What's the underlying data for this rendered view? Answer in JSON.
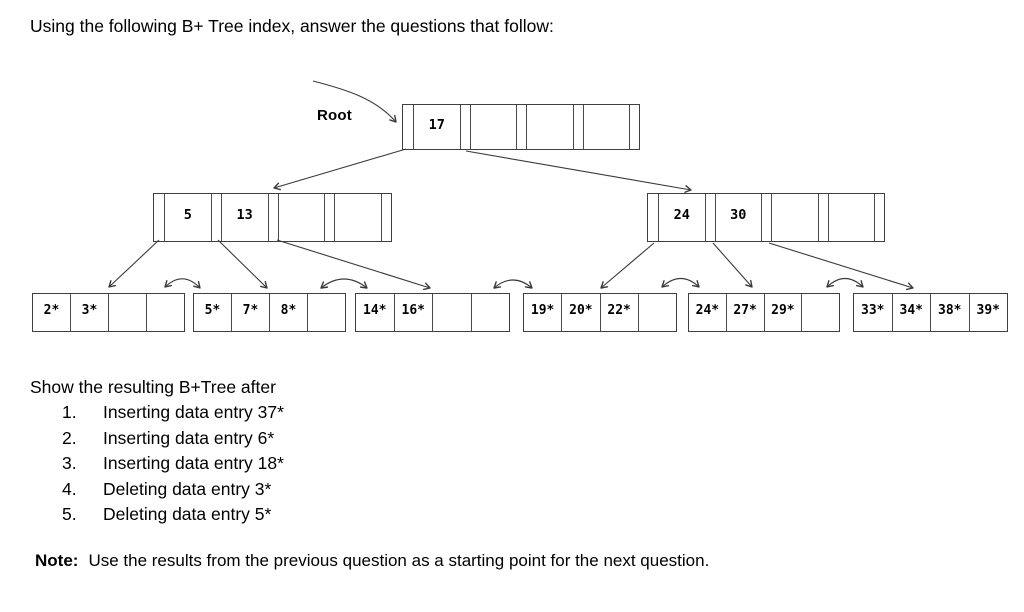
{
  "title": "Using the following B+ Tree index, answer the questions that follow:",
  "tree": {
    "root_label": "Root",
    "root": {
      "keys": [
        "17",
        "",
        "",
        ""
      ]
    },
    "internal_nodes": [
      {
        "keys": [
          "5",
          "13",
          "",
          ""
        ]
      },
      {
        "keys": [
          "24",
          "30",
          "",
          ""
        ]
      }
    ],
    "leaves": [
      {
        "entries": [
          "2*",
          "3*",
          "",
          ""
        ]
      },
      {
        "entries": [
          "5*",
          "7*",
          "8*",
          ""
        ]
      },
      {
        "entries": [
          "14*",
          "16*",
          "",
          ""
        ]
      },
      {
        "entries": [
          "19*",
          "20*",
          "22*",
          ""
        ]
      },
      {
        "entries": [
          "24*",
          "27*",
          "29*",
          ""
        ]
      },
      {
        "entries": [
          "33*",
          "34*",
          "38*",
          "39*"
        ]
      }
    ]
  },
  "questions": {
    "intro": "Show the resulting B+Tree after",
    "items": [
      {
        "number": "1.",
        "text": "Inserting data entry 37*"
      },
      {
        "number": "2.",
        "text": "Inserting data entry 6*"
      },
      {
        "number": "3.",
        "text": "Inserting data entry 18*"
      },
      {
        "number": "4.",
        "text": "Deleting data entry 3*"
      },
      {
        "number": "5.",
        "text": "Deleting data entry 5*"
      }
    ]
  },
  "note": {
    "label": "Note:",
    "text": "Use the results from the previous question as a starting point for the next question."
  },
  "colors": {
    "line": "#3a3a3a",
    "node_border": "#3f3f3f",
    "text": "#000000",
    "background": "#ffffff"
  }
}
